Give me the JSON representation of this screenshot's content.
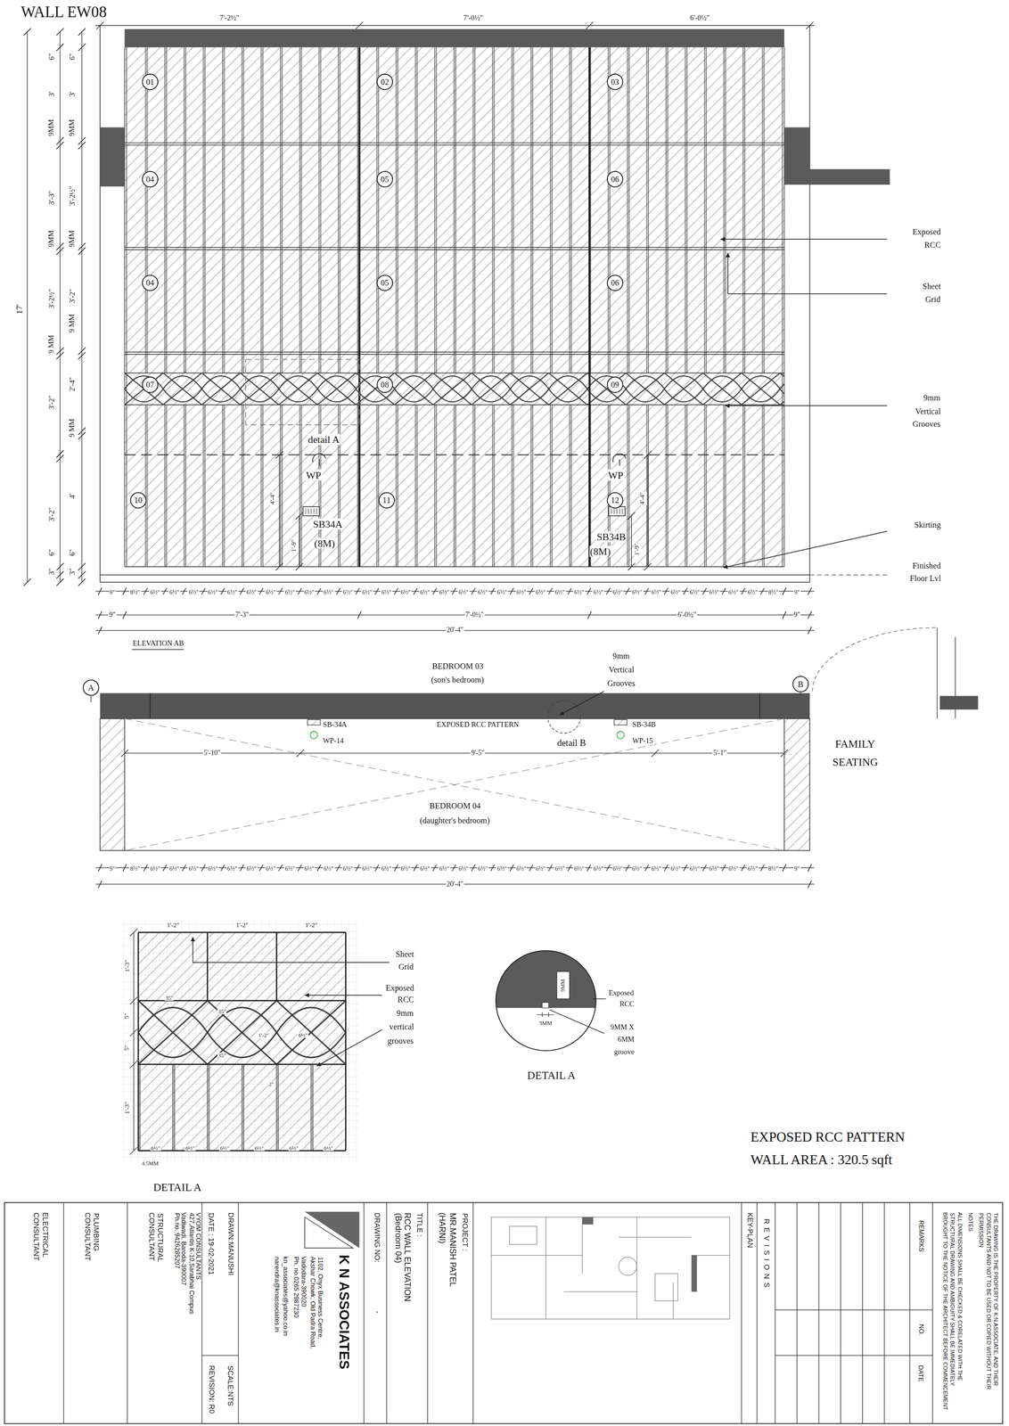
{
  "diagram": {
    "title": "WALL EW08",
    "nodes": [
      {
        "text": [
          "01"
        ]
      },
      {
        "text": [
          "02"
        ]
      },
      {
        "text": [
          "03"
        ]
      },
      {
        "text": [
          "04"
        ]
      },
      {
        "text": [
          "05"
        ]
      },
      {
        "text": [
          "06"
        ]
      },
      {
        "text": [
          "04"
        ]
      },
      {
        "text": [
          "05"
        ]
      },
      {
        "text": [
          "06"
        ]
      },
      {
        "text": [
          "07"
        ]
      },
      {
        "text": [
          "08"
        ]
      },
      {
        "text": [
          "09"
        ]
      },
      {
        "text": [
          "10"
        ]
      },
      {
        "text": [
          "11"
        ]
      },
      {
        "text": [
          "12"
        ]
      },
      {
        "text": [
          "A"
        ]
      },
      {
        "text": [
          "B"
        ]
      }
    ],
    "labels": [
      "7'-2½\"",
      "7'-0½\"",
      "6'-0½\"",
      "6\"",
      "3'",
      "9MM",
      "3'-3\"",
      "9MM",
      "3'-2½\"",
      "9 MM",
      "3'-2\"",
      "3'-2\"",
      "6\"",
      "3\"",
      "6\"",
      "3'",
      "9MM",
      "3'-2½\"",
      "9MM",
      "3'-2\"",
      "9 MM",
      "2'-4\"",
      "9 MM",
      "4'",
      "6\"",
      "3\"",
      "17'",
      "detail A",
      "WP",
      "SB34A",
      "(8M)",
      "WP",
      "SB34B",
      "(8M)",
      "4'-4\"",
      "1'-9\"",
      "4'-4\"",
      "1'-9\"",
      "Exposed",
      "RCC",
      "Sheet",
      "Grid",
      "9mm",
      "Vertical",
      "Grooves",
      "Skirting",
      "Finished",
      "Floor Lvl",
      "9\"",
      "8½\"",
      "6½\"",
      "6½\"",
      "6½\"",
      "6½\"",
      "6½\"",
      "6½\"",
      "6½\"",
      "6½\"",
      "6½\"",
      "6½\"",
      "6½\"",
      "6½\"",
      "6½\"",
      "6½\"",
      "6½\"",
      "6½\"",
      "6½\"",
      "6½\"",
      "6½\"",
      "6½\"",
      "6½\"",
      "6½\"",
      "6½\"",
      "6½\"",
      "6½\"",
      "6½\"",
      "6½\"",
      "6½\"",
      "6½\"",
      "6½\"",
      "6½\"",
      "6½\"",
      "8½\"",
      "9\"",
      "9\"",
      "7'-3\"",
      "7'-0½\"",
      "6'-0½\"",
      "9\"",
      "20'-4\"",
      "ELEVATION AB",
      "BEDROOM 03",
      "(son's bedroom)",
      "9mm",
      "Vertical",
      "Grooves",
      "EXPOSED RCC PATTERN",
      "SB-34A",
      "WP-14",
      "SB-34B",
      "WP-15",
      "detail B",
      "5'-10\"",
      "9'-5\"",
      "5'-1\"",
      "BEDROOM 04",
      "(daughter's bedroom)",
      "FAMILY",
      "SEATING",
      "9\"",
      "8½\"",
      "6½\"",
      "6½\"",
      "6½\"",
      "6½\"",
      "6½\"",
      "6½\"",
      "6½\"",
      "6½\"",
      "6½\"",
      "6½\"",
      "6½\"",
      "6½\"",
      "6½\"",
      "6½\"",
      "6½\"",
      "6½\"",
      "6½\"",
      "6½\"",
      "6½\"",
      "6½\"",
      "6½\"",
      "6½\"",
      "6½\"",
      "6½\"",
      "6½\"",
      "6½\"",
      "6½\"",
      "6½\"",
      "6½\"",
      "6½\"",
      "6½\"",
      "6½\"",
      "8½\"",
      "9\"",
      "20'-4\"",
      "1'-2\"",
      "1'-2\"",
      "1'-2\"",
      "Sheet",
      "Grid",
      "Exposed",
      "RCC",
      "9mm",
      "vertical",
      "grooves",
      "1'-3\"",
      "5\"",
      "5\"",
      "1'-3\"",
      "35°",
      "35°",
      "1'-2\"",
      "6½\"",
      "35°",
      "2\"",
      "6½\"",
      "6½\"",
      "6½\"",
      "6½\"",
      "6½\"",
      "6½\"",
      "4.5MM",
      "DETAIL A",
      "9MM",
      "Exposed",
      "RCC",
      "9MM X",
      "6MM",
      "groove",
      "9MM",
      "DETAIL A",
      "EXPOSED RCC PATTERN",
      "WALL AREA : 320.5 sqft",
      "ELECTRICAL",
      "CONSULTANT",
      "PLUMBING",
      "CONSULTANT",
      "STRUCTURAL",
      "CONSULTANT",
      "VYOM CONSULTANTS",
      "427,Atlantis K-10,Sarabhai Compus",
      "Vadiwadi, Baroda-390007",
      "Ph.no.:9426285207",
      "DRAWN:MANUSHI",
      "SCALE:NTS",
      "DATE : 19-02-2021",
      "REVISION: R0",
      "K N ASSOCIATES",
      "1102, Onyx Business Centre,",
      "Akshar Chowk, Old Padra Road,",
      "Vadodara-390020",
      "Ph. no.0265 2987230",
      "kn_associates@yahoo.co.in",
      "narendra@knassociates.in",
      "DRAWING NO:",
      "-",
      "TITLE :",
      "RCC WALL ELEVATION",
      "(Bedroom 04)",
      "PROJECT :",
      "MR.MANISH PATEL",
      "(HARNI)",
      "KEY-PLAN",
      "REVISIONS",
      "REMARKS",
      "NO.",
      "DATE",
      "THE DRAWING IS THE PROPERTY OF K.N.ASSOCIATE, AND THEIR",
      "CONSULTANTS AND NOT TO BE USED OR COPIED WITHOUT THEIR",
      "PERMISSION",
      "NOTES",
      "ALL DIMENSIONS SHALL BE CHECKED & CORELATED WITH THE",
      "STRUCTURAL DRAWING AND AMBIGUITY SHALL BE IMMEDIATELY",
      "BROUGHT TO THE NOTICE OF THE ARCHITECT BEFORE COMMENCEMENT"
    ]
  }
}
